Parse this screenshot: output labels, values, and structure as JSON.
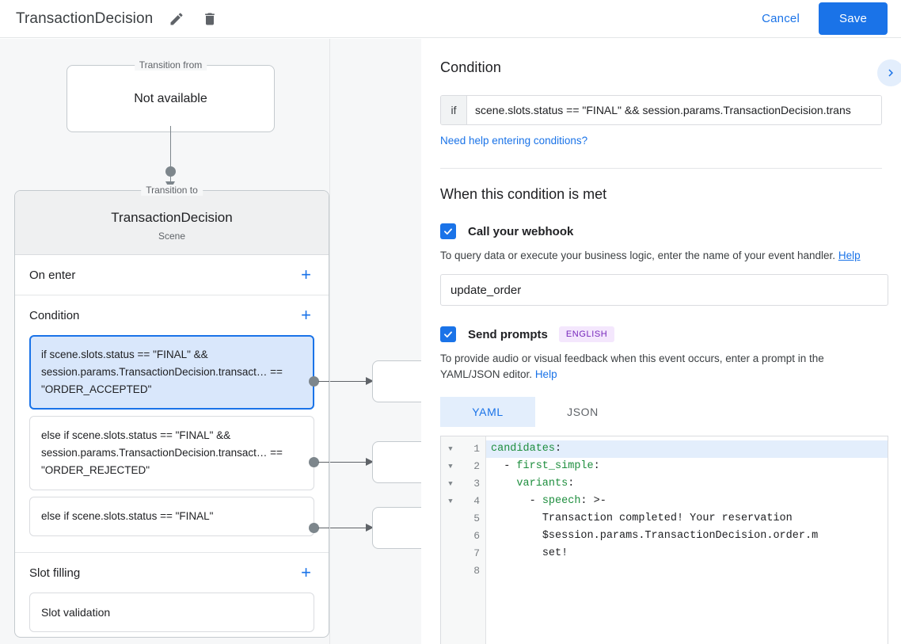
{
  "header": {
    "title": "TransactionDecision",
    "edit_icon": "pencil-icon",
    "delete_icon": "trash-icon",
    "cancel_label": "Cancel",
    "save_label": "Save",
    "accent_color": "#1a73e8"
  },
  "canvas": {
    "transition_from": {
      "legend": "Transition from",
      "value": "Not available"
    },
    "transition_to": {
      "legend": "Transition to",
      "scene_name": "TransactionDecision",
      "scene_type": "Scene"
    },
    "sections": [
      {
        "title": "On enter",
        "add_label": "+"
      },
      {
        "title": "Condition",
        "add_label": "+"
      },
      {
        "title": "Slot filling",
        "add_label": "+"
      }
    ],
    "conditions": [
      {
        "text": "if scene.slots.status == \"FINAL\" && session.params.TransactionDecision.transact… == \"ORDER_ACCEPTED\"",
        "selected": true
      },
      {
        "text": "else if scene.slots.status == \"FINAL\" && session.params.TransactionDecision.transact… == \"ORDER_REJECTED\"",
        "selected": false
      },
      {
        "text": "else if scene.slots.status == \"FINAL\"",
        "selected": false
      }
    ],
    "slot_filling": [
      {
        "text": "Slot validation"
      }
    ]
  },
  "details": {
    "condition_title": "Condition",
    "expand_icon": "chevron-right-icon",
    "if_label": "if",
    "if_value": "scene.slots.status == \"FINAL\" && session.params.TransactionDecision.trans",
    "help_conditions_link": "Need help entering conditions?",
    "when_met_title": "When this condition is met",
    "webhook": {
      "checked": true,
      "label": "Call your webhook",
      "description": "To query data or execute your business logic, enter the name of your event handler.",
      "help_label": "Help",
      "input_value": "update_order",
      "input_placeholder": ""
    },
    "prompts": {
      "checked": true,
      "label": "Send prompts",
      "badge": "ENGLISH",
      "badge_bg": "#f4e7fd",
      "badge_color": "#7627bb",
      "description_part1": "To provide audio or visual feedback when this event occurs, enter a prompt in the YAML/JSON editor.",
      "help_label": "Help",
      "tabs": [
        {
          "label": "YAML",
          "active": true
        },
        {
          "label": "JSON",
          "active": false
        }
      ],
      "editor": {
        "line_numbers": [
          "1",
          "2",
          "3",
          "4",
          "5",
          "6",
          "7",
          "8"
        ],
        "fold_rows": [
          true,
          true,
          true,
          true,
          false,
          false,
          false,
          false
        ],
        "highlighted_line": 1,
        "lines": [
          {
            "key": "candidates",
            "punct": ":",
            "indent": 0,
            "plain": ""
          },
          {
            "key": "first_simple",
            "punct": ":",
            "indent": 2,
            "dash": true,
            "plain": ""
          },
          {
            "key": "variants",
            "punct": ":",
            "indent": 4,
            "plain": ""
          },
          {
            "key": "speech",
            "punct": ": >-",
            "indent": 6,
            "dash": true,
            "plain": ""
          },
          {
            "key": "",
            "punct": "",
            "indent": 8,
            "plain": "Transaction completed! Your reservation"
          },
          {
            "key": "",
            "punct": "",
            "indent": 8,
            "plain": "$session.params.TransactionDecision.order.m"
          },
          {
            "key": "",
            "punct": "",
            "indent": 8,
            "plain": "set!"
          },
          {
            "key": "",
            "punct": "",
            "indent": 0,
            "plain": ""
          }
        ]
      }
    }
  }
}
